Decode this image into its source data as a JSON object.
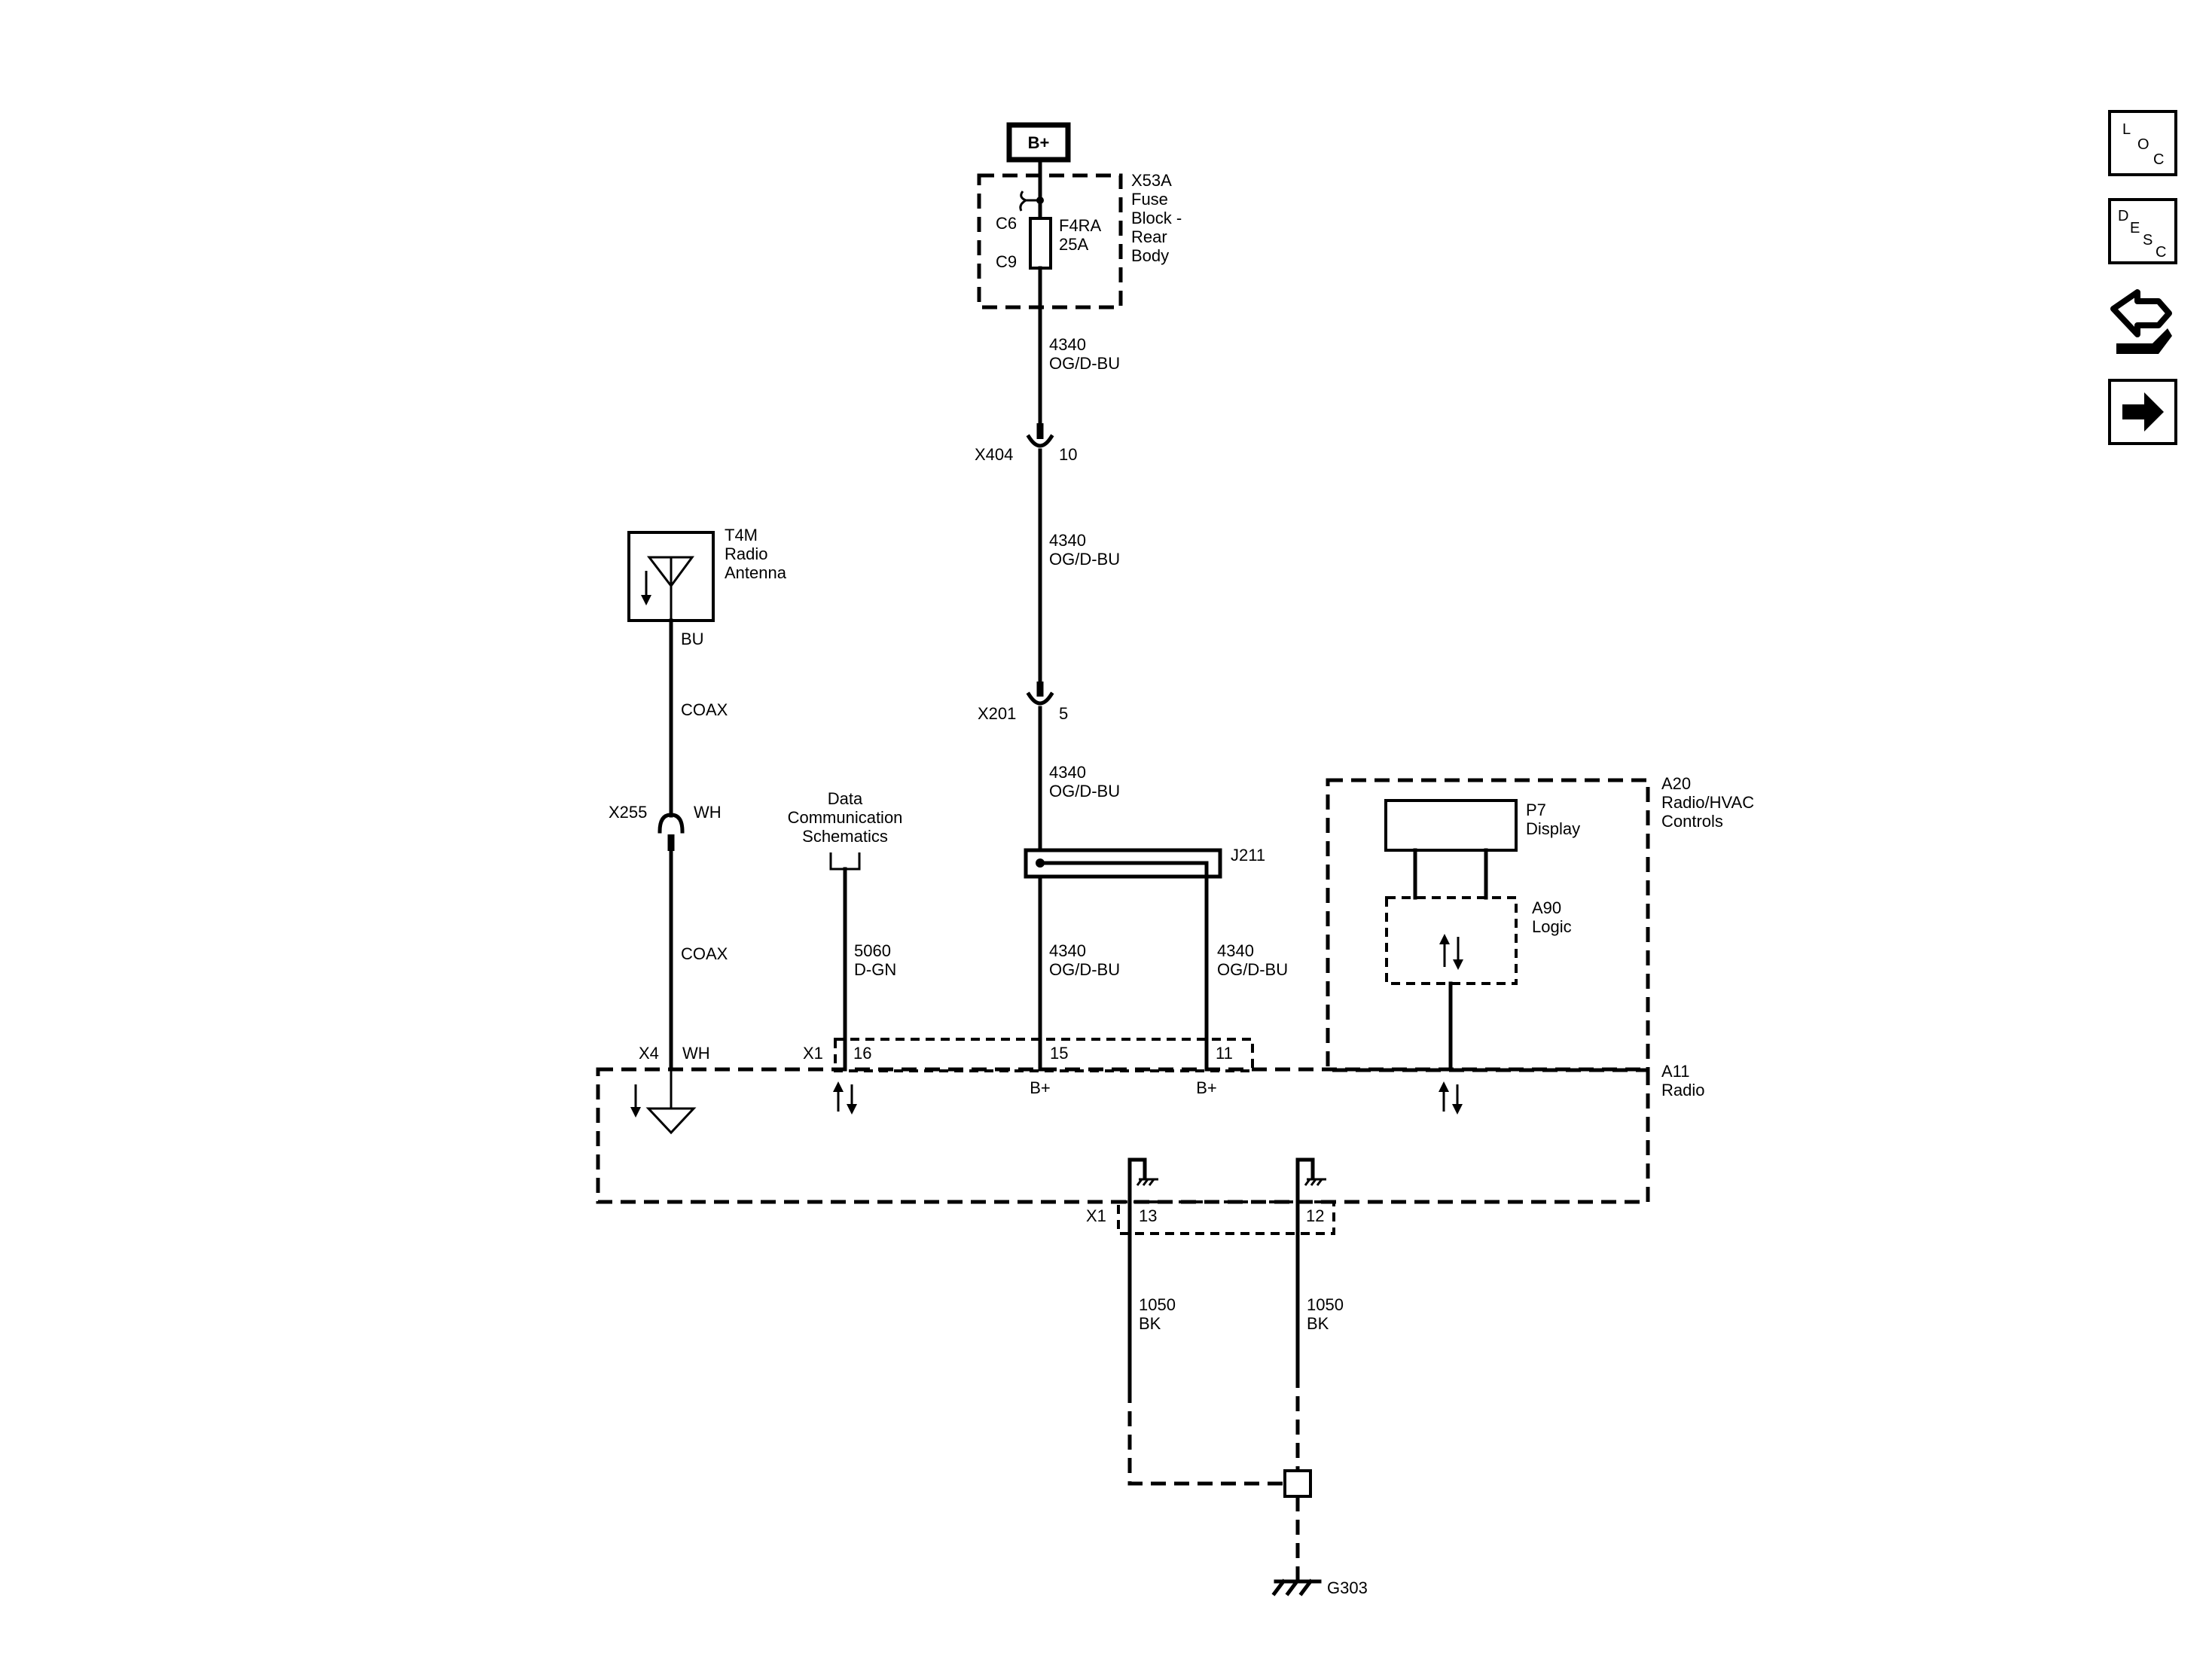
{
  "power": {
    "source": "B+"
  },
  "fuse_block": {
    "name": "X53A",
    "desc_lines": [
      "Fuse",
      "Block -",
      "Rear",
      "Body"
    ],
    "fuse": "F4RA",
    "rating": "25A",
    "pin_top": "C6",
    "pin_bottom": "C9"
  },
  "circuit_4340": {
    "number": "4340",
    "color": "OG/D-BU"
  },
  "circuit_5060": {
    "number": "5060",
    "color": "D-GN"
  },
  "circuit_1050": {
    "number": "1050",
    "color": "BK"
  },
  "x404": {
    "name": "X404",
    "pin": "10"
  },
  "x201": {
    "name": "X201",
    "pin": "5"
  },
  "splice": {
    "name": "J211"
  },
  "antenna": {
    "name": "T4M",
    "lines": [
      "Radio",
      "Antenna"
    ],
    "wire_color": "BU"
  },
  "coax_label": "COAX",
  "x255": {
    "name": "X255",
    "color": "WH"
  },
  "x4": {
    "name": "X4",
    "color": "WH"
  },
  "data_comm": {
    "lines": [
      "Data",
      "Communication",
      "Schematics"
    ]
  },
  "radio_controls": {
    "name": "A20",
    "lines": [
      "Radio/HVAC",
      "Controls"
    ]
  },
  "display": {
    "name": "P7",
    "label": "Display"
  },
  "logic": {
    "name": "A90",
    "label": "Logic"
  },
  "radio": {
    "name": "A11",
    "label": "Radio"
  },
  "x1": {
    "name": "X1",
    "pin_data": "16",
    "pin_b1": "15",
    "pin_b2": "11",
    "pin_gnd1": "13",
    "pin_gnd2": "12"
  },
  "b_plus": "B+",
  "ground": {
    "name": "G303"
  },
  "side_buttons": {
    "loc": [
      "L",
      "O",
      "C"
    ],
    "desc": [
      "D",
      "E",
      "S",
      "C"
    ]
  }
}
